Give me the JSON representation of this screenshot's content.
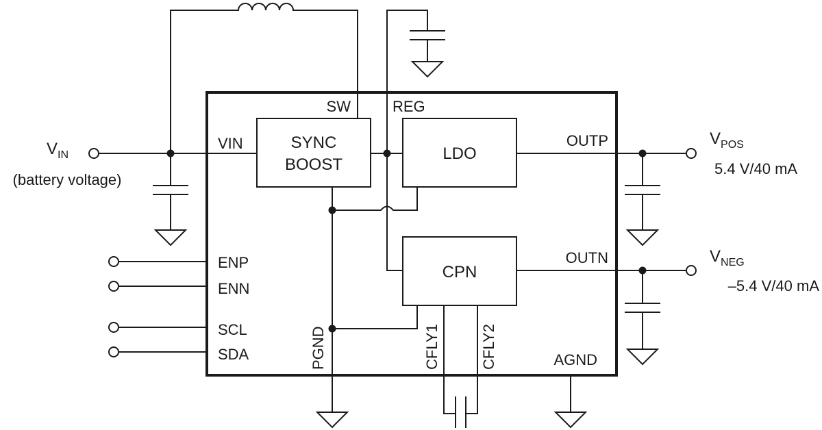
{
  "external": {
    "vin_main": "V",
    "vin_sub": "IN",
    "vin_note": "(battery voltage)",
    "vpos_main": "V",
    "vpos_sub": "POS",
    "vpos_rating": "5.4 V/40 mA",
    "vneg_main": "V",
    "vneg_sub": "NEG",
    "vneg_rating": "–5.4 V/40 mA"
  },
  "blocks": {
    "boost_line1": "SYNC",
    "boost_line2": "BOOST",
    "ldo": "LDO",
    "cpn": "CPN"
  },
  "pins": {
    "vin": "VIN",
    "sw": "SW",
    "reg": "REG",
    "outp": "OUTP",
    "outn": "OUTN",
    "enp": "ENP",
    "enn": "ENN",
    "scl": "SCL",
    "sda": "SDA",
    "pgnd": "PGND",
    "cfly1": "CFLY1",
    "cfly2": "CFLY2",
    "agnd": "AGND"
  }
}
